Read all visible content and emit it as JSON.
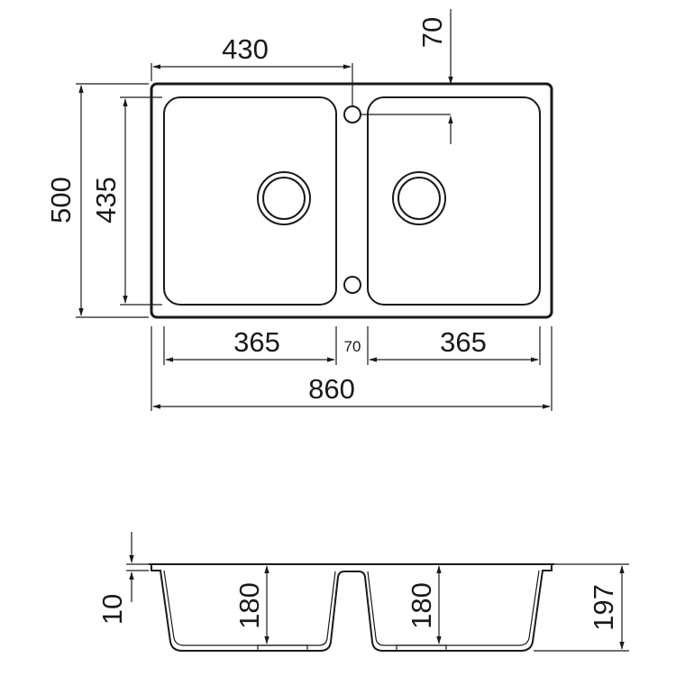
{
  "drawing": {
    "title": "",
    "plan_view": {
      "overall_width_label": "860",
      "overall_depth_label": "500",
      "bowl_depth_label": "435",
      "tap_offset_label": "430",
      "tap_back_label": "70",
      "left_bowl_width_label": "365",
      "divider_width_label": "70",
      "right_bowl_width_label": "365"
    },
    "section_view": {
      "rim_thickness_label": "10",
      "left_bowl_depth_label": "180",
      "right_bowl_depth_label": "180",
      "overall_height_label": "197"
    },
    "line_color": "#1a1a1a",
    "background_color": "#ffffff"
  }
}
